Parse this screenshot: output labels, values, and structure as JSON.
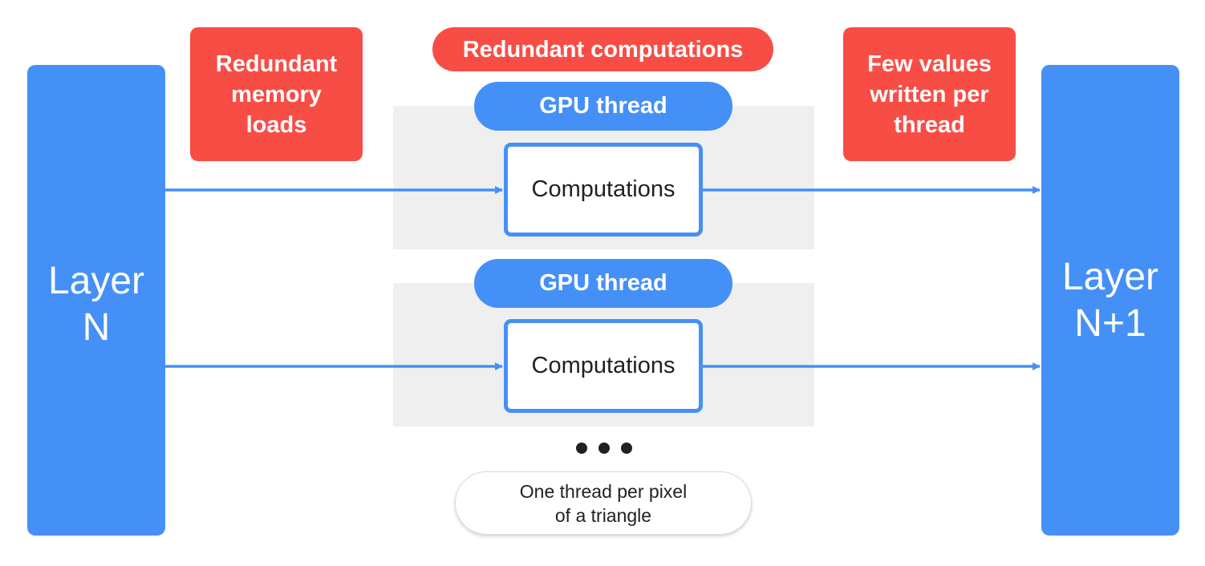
{
  "layer_left": {
    "line1": "Layer",
    "line2": "N"
  },
  "layer_right": {
    "line1": "Layer",
    "line2": "N+1"
  },
  "labels": {
    "redundant_memory": [
      "Redundant",
      "memory",
      "loads"
    ],
    "redundant_computations": "Redundant computations",
    "few_values": [
      "Few values",
      "written per",
      "thread"
    ]
  },
  "threads": [
    {
      "pill": "GPU thread",
      "box": "Computations"
    },
    {
      "pill": "GPU thread",
      "box": "Computations"
    }
  ],
  "note": [
    "One thread per pixel",
    "of a triangle"
  ],
  "colors": {
    "blue": "#4590f7",
    "red": "#f84d45",
    "gray": "#efefef",
    "text_dark": "#202124"
  }
}
